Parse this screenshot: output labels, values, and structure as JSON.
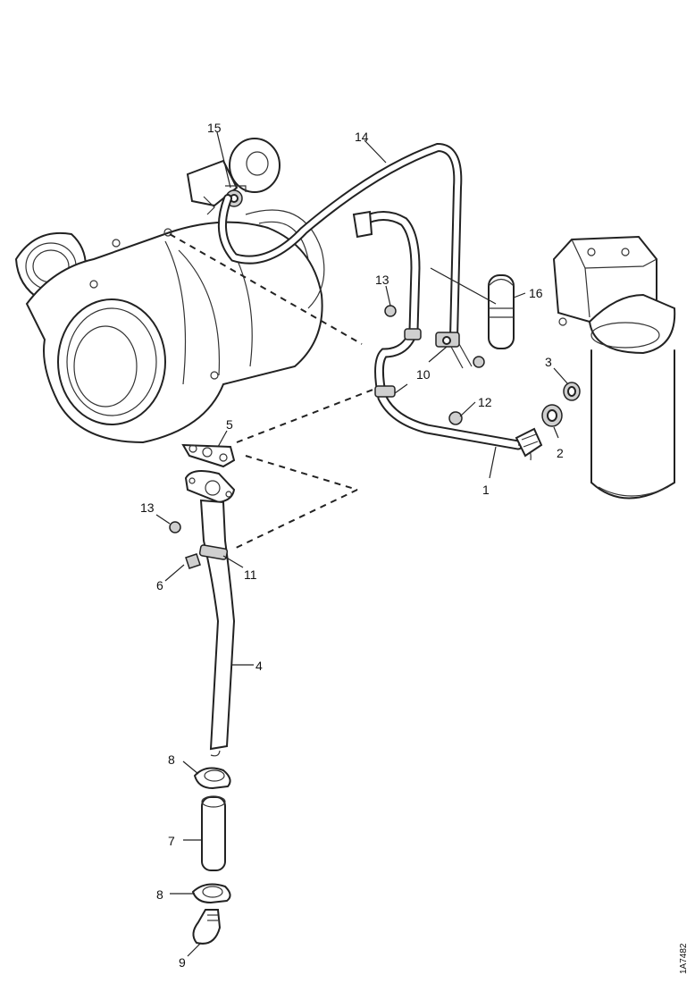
{
  "diagram": {
    "callouts": {
      "c1": "1",
      "c2": "2",
      "c3": "3",
      "c4": "4",
      "c5": "5",
      "c6": "6",
      "c7": "7",
      "c8a": "8",
      "c8b": "8",
      "c9": "9",
      "c10": "10",
      "c11": "11",
      "c12": "12",
      "c13a": "13",
      "c13b": "13",
      "c14": "14",
      "c15": "15",
      "c16": "16"
    },
    "reference_code": "1A7482"
  }
}
